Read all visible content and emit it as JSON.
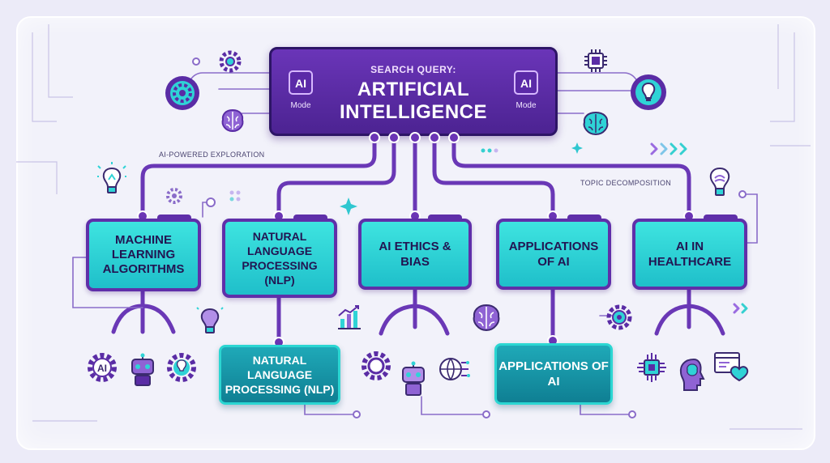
{
  "query": {
    "label": "SEARCH QUERY:",
    "title": "ARTIFICIAL INTELLIGENCE",
    "mode_chip": "AI",
    "mode_text": "Mode"
  },
  "captions": {
    "left": "AI-POWERED EXPLORATION",
    "right": "TOPIC DECOMPOSITION"
  },
  "topics": [
    {
      "label": "MACHINE LEARNING ALGORITHMS"
    },
    {
      "label": "NATURAL LANGUAGE PROCESSING (NLP)"
    },
    {
      "label": "AI ETHICS & BIAS"
    },
    {
      "label": "APPLICATIONS OF AI"
    },
    {
      "label": "AI IN HEALTHCARE"
    }
  ],
  "subtopics": [
    {
      "label": "NATURAL LANGUAGE PROCESSING (NLP)"
    },
    {
      "label": "APPLICATIONS OF AI"
    }
  ],
  "icon_text": {
    "ai_gear": "AI"
  },
  "colors": {
    "purple": "#5f2fa9",
    "query_fill": "#5a2ca5",
    "teal": "#2fd3d6",
    "teal_dark": "#137f93",
    "background": "#ecebf8"
  },
  "icons": [
    "gear-icon",
    "ai-chip-icon",
    "brain-icon",
    "lightbulb-icon",
    "robot-icon",
    "globe-network-icon",
    "bar-chart-icon",
    "shield-heart-icon",
    "arrow-chevrons-icon"
  ]
}
